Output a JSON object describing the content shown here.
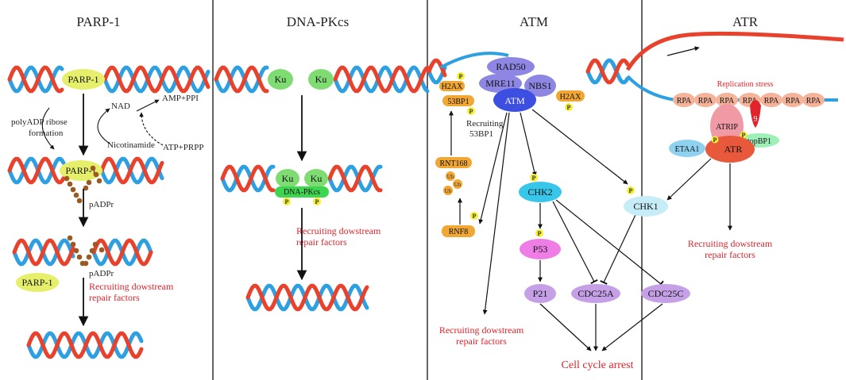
{
  "panels": {
    "parp1": {
      "title": "PARP-1",
      "protein": "PARP-1",
      "nad": "NAD",
      "amp_ppi": "AMP+PPI",
      "nicotinamide": "Nicotinamide",
      "atp_prpp": "ATP+PRPP",
      "poly_line1": "polyADP ribose",
      "poly_line2": "formation",
      "padpr": "pADPr",
      "recruit_line1": "Recruiting dowstream",
      "recruit_line2": "repair factors"
    },
    "dnapkcs": {
      "title": "DNA-PKcs",
      "ku": "Ku",
      "dnapkcs_label": "DNA-PKcs",
      "recruit_line1": "Recruiting dowstream",
      "recruit_line2": "repair factors"
    },
    "atm": {
      "title": "ATM",
      "rad50": "RAD50",
      "mre11": "MRE11",
      "nbs1": "NBS1",
      "atm": "ATM",
      "h2ax": "H2AX",
      "bp53": "53BP1",
      "recruit53_line1": "Recruiting",
      "recruit53_line2": "53BP1",
      "rnf168": "RNT168",
      "ub": "Ub",
      "rnf8": "RNF8",
      "chk2": "CHK2",
      "p53": "P53",
      "p21": "P21",
      "cdc25a": "CDC25A",
      "cdc25c": "CDC25C",
      "recruit_line1": "Recruiting dowstream",
      "recruit_line2": "repair factors",
      "cell_cycle_arrest": "Cell cycle arrest"
    },
    "atr": {
      "title": "ATR",
      "replication_stress": "Replication stress",
      "rpa": "RPA",
      "atrip": "ATRIP",
      "nine": "9",
      "topbp1": "topBP1",
      "etaa1": "ETAA1",
      "atr": "ATR",
      "chk1": "CHK1",
      "recruit_line1": "Recruiting dowstream",
      "recruit_line2": "repair factors"
    }
  },
  "phospho": "P",
  "colors": {
    "strand_red": "#e8412c",
    "strand_blue": "#2e9fe0",
    "parp": "#e6ef6a",
    "ku": "#7fdc72",
    "dnapk": "#3ed651",
    "mrn": "#8e86e3",
    "atm": "#3c4fe0",
    "orange": "#f0a733",
    "chk2": "#38c6ea",
    "chk1": "#c6ecf8",
    "p53": "#ee7ee6",
    "p21": "#c5a0e6",
    "rpa": "#f5b39a",
    "atrip": "#f09aa5",
    "atr": "#e8583b",
    "etaa1": "#8ed2f0",
    "topbp1": "#9ef0b8",
    "phospho": "#f4f030",
    "red_text": "#e0242b",
    "dot": "#9b5a22"
  },
  "icons": {
    "dna_helix": "dna-helix-icon",
    "adp_dot": "adp-ribose-dot-icon",
    "phospho": "phosphate-badge-icon",
    "ub_chain": "ubiquitin-chain-icon"
  }
}
